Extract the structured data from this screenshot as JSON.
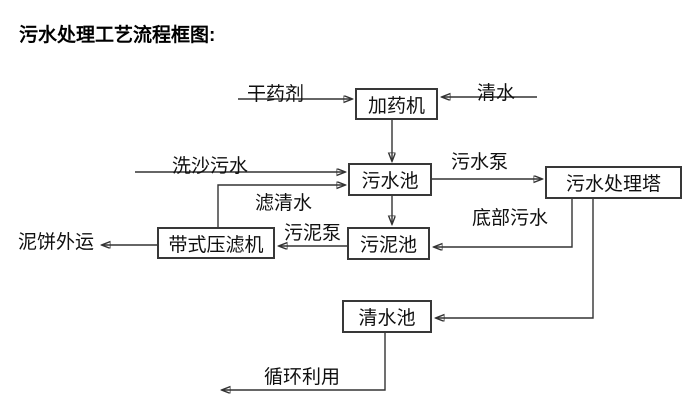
{
  "page": {
    "background": "#ffffff"
  },
  "title": "污水处理工艺流程框图:",
  "colors": {
    "line": "#333333",
    "box_border": "#383838",
    "text": "#000000"
  },
  "nodes": [
    {
      "id": "dosing-machine",
      "label": "加药机"
    },
    {
      "id": "sewage-pool",
      "label": "污水池"
    },
    {
      "id": "sewage-treatment-tower",
      "label": "污水处理塔"
    },
    {
      "id": "belt-filter-press",
      "label": "带式压滤机"
    },
    {
      "id": "sludge-pool",
      "label": "污泥池"
    },
    {
      "id": "clean-water-pool",
      "label": "清水池"
    }
  ],
  "edge_labels": [
    {
      "id": "dry-chemical",
      "label": "干药剂"
    },
    {
      "id": "clean-water",
      "label": "清水"
    },
    {
      "id": "sand-washing-sewage",
      "label": "洗沙污水"
    },
    {
      "id": "sewage-pump",
      "label": "污水泵"
    },
    {
      "id": "filtered-clean-water",
      "label": "滤清水"
    },
    {
      "id": "sludge-pump",
      "label": "污泥泵"
    },
    {
      "id": "bottom-sewage",
      "label": "底部污水"
    },
    {
      "id": "mud-cake-outbound",
      "label": "泥饼外运"
    },
    {
      "id": "recycle-reuse",
      "label": "循环利用"
    }
  ]
}
